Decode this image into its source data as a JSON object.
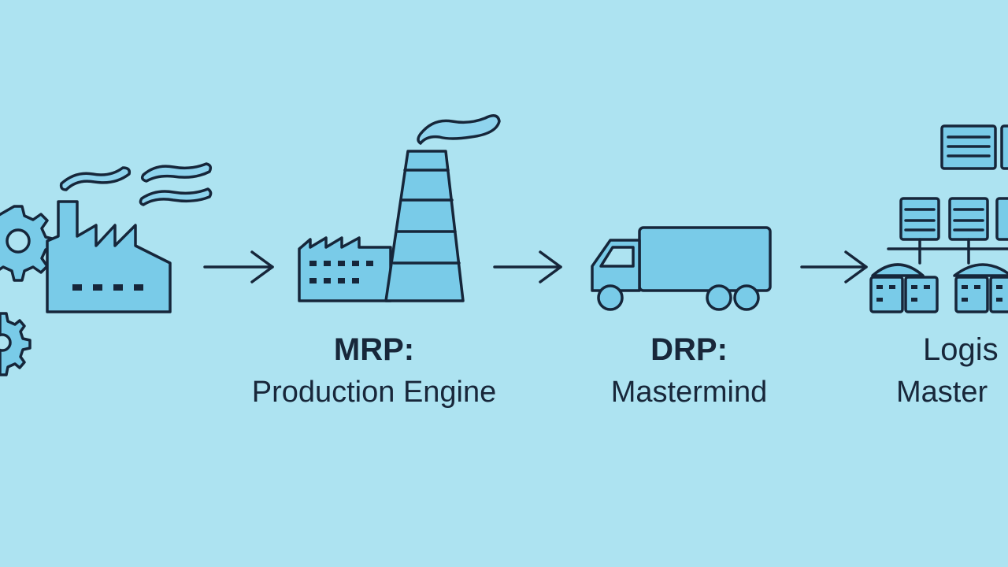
{
  "diagram": {
    "stages": [
      {
        "id": "factory",
        "icon": "factory-with-gears-icon"
      },
      {
        "id": "mrp",
        "icon": "factory-smokestack-icon",
        "title": "MRP:",
        "subtitle": "Production Engine"
      },
      {
        "id": "drp",
        "icon": "delivery-truck-icon",
        "title": "DRP:",
        "subtitle": "Mastermind"
      },
      {
        "id": "logistics",
        "icon": "network-servers-icon",
        "title": "Logis",
        "subtitle": "Master"
      }
    ],
    "arrows": [
      "arrow-right-icon",
      "arrow-right-icon",
      "arrow-right-icon"
    ]
  },
  "colors": {
    "background": "#ade3f1",
    "fill": "#79cbe8",
    "fill_light": "#8fd4ee",
    "stroke": "#16263a"
  }
}
